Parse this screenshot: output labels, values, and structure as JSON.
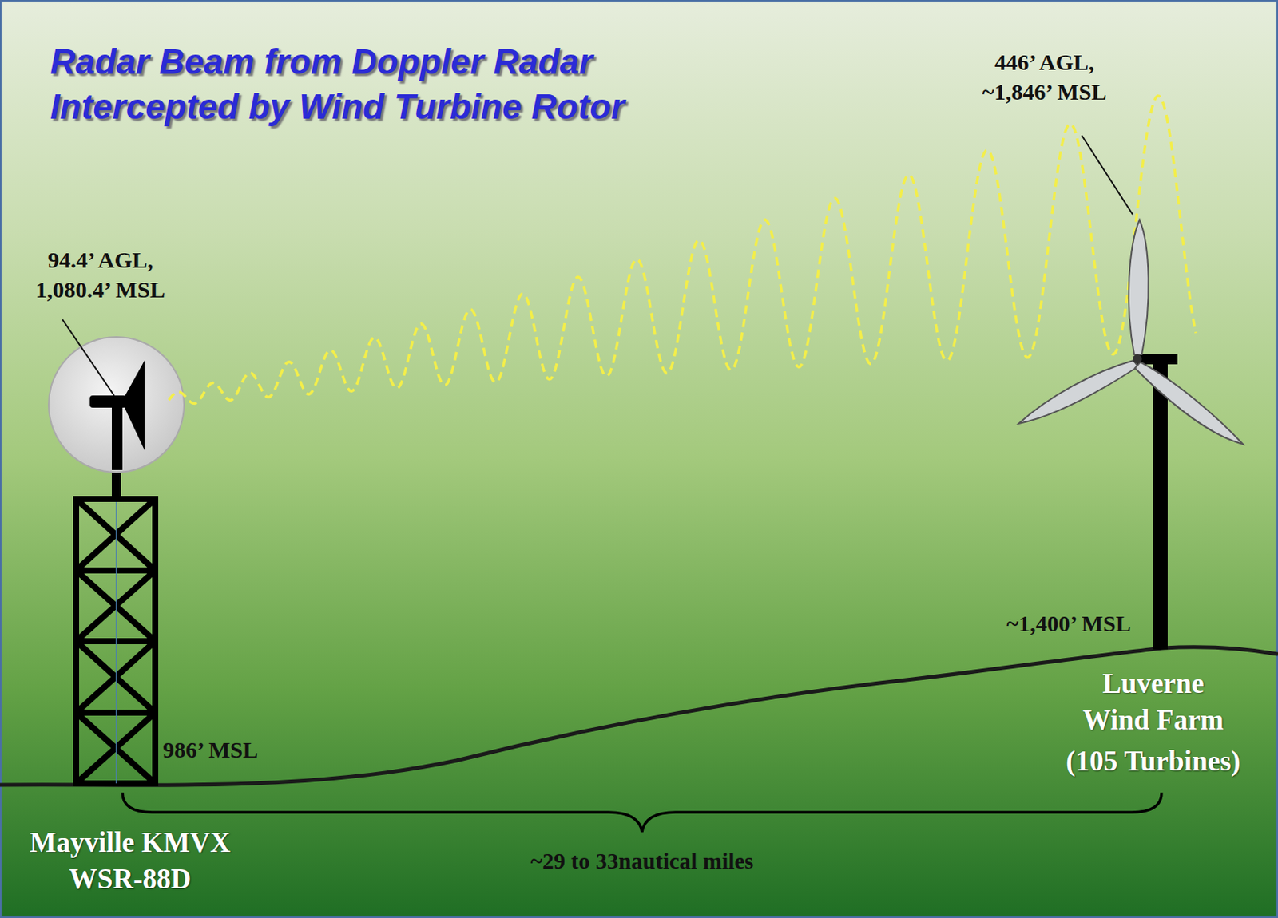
{
  "diagram": {
    "title": "Radar Beam from Doppler Radar Intercepted by Wind Turbine Rotor",
    "labels": [
      "94.4’ AGL, 1,080.4’ MSL",
      "446’ AGL, ~1,846’ MSL",
      "986’ MSL",
      "~1,400’ MSL",
      "Luverne Wind Farm",
      "(105 Turbines)",
      "Mayville KMVX WSR-88D",
      "~29 to 33nautical miles"
    ]
  }
}
